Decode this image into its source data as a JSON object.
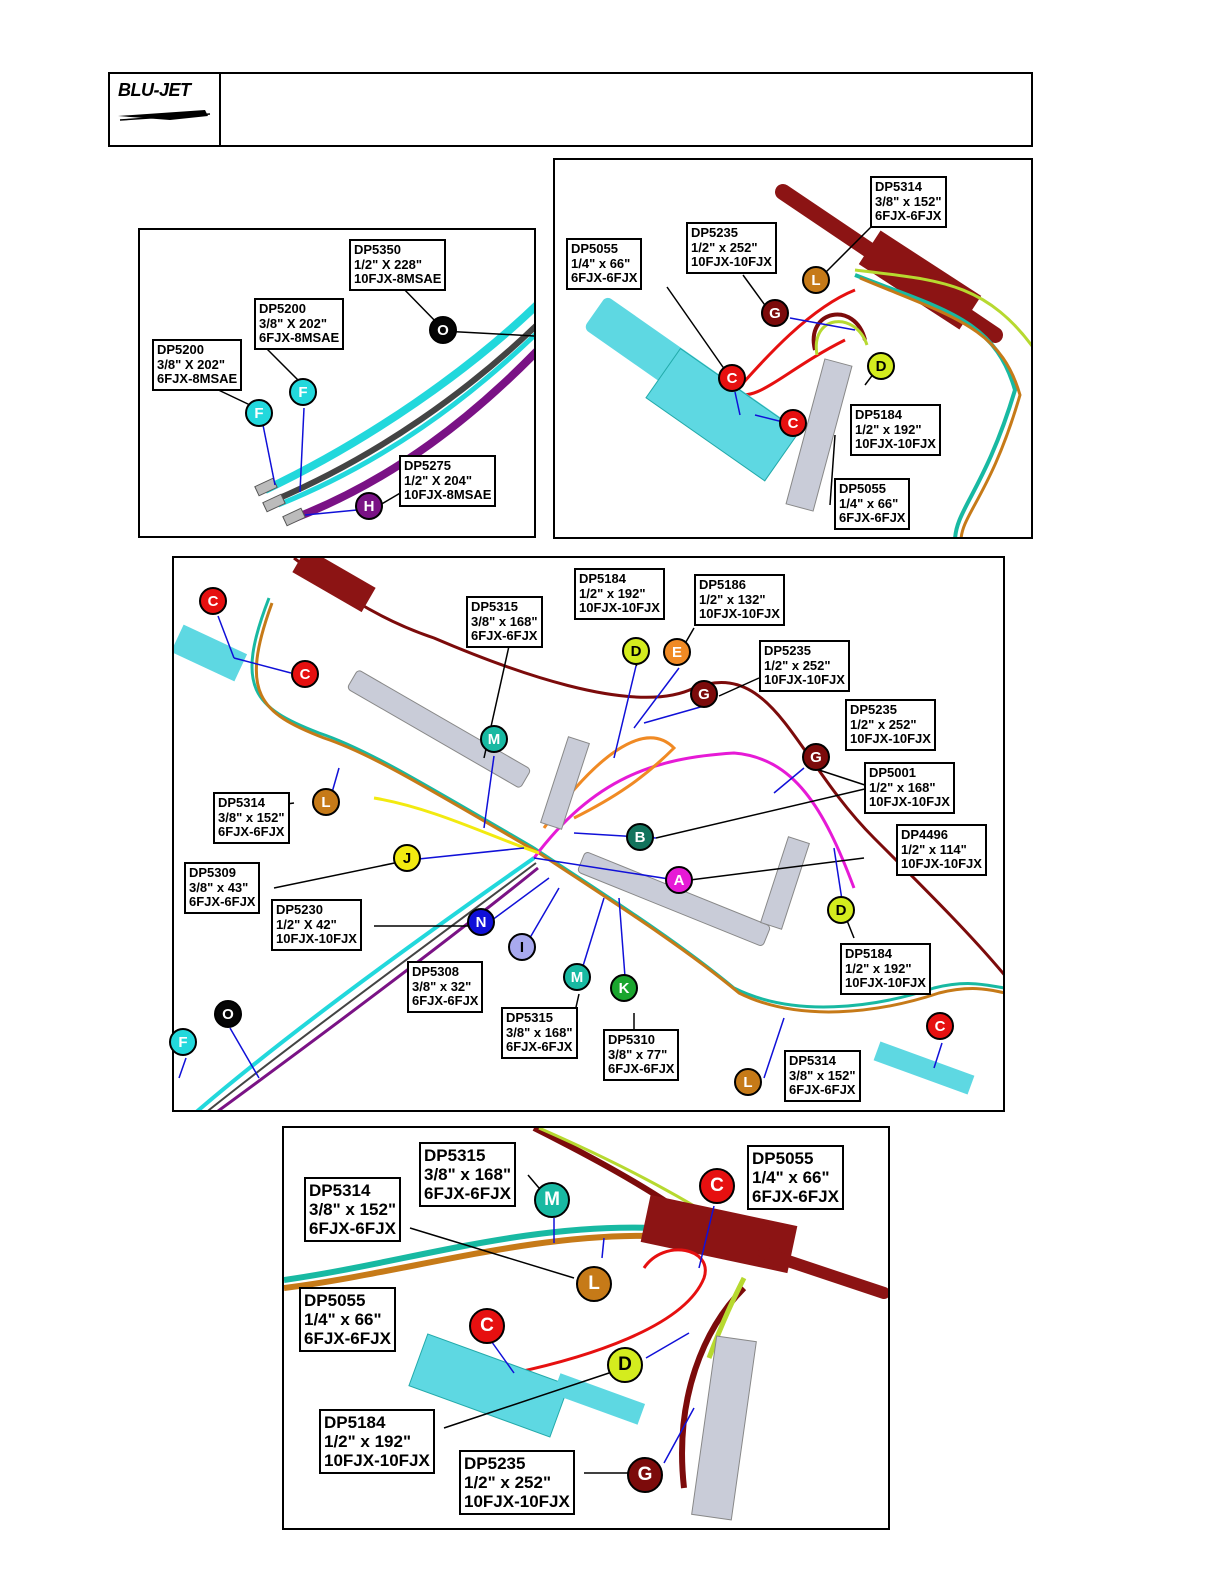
{
  "header": {
    "logo": "BLU-JET"
  },
  "colors": {
    "A": "#e61ad6",
    "B": "#12735c",
    "C": "#e61010",
    "D": "#d4ec1e",
    "E": "#f08a24",
    "F": "#22d8dc",
    "G": "#7c0b0b",
    "H": "#7a1285",
    "I": "#a8a9ee",
    "J": "#f2ea10",
    "K": "#1aa52e",
    "L": "#c67a18",
    "M": "#18b9a2",
    "N": "#1010d8",
    "O": "#050505",
    "cylinder_cyan": "#5ed8e2",
    "cylinder_red": "#8c1414",
    "cylinder_gray": "#c9ccd8"
  },
  "panel1": {
    "labels": [
      {
        "id": "p1_l0",
        "lines": [
          "DP5350",
          "1/2\" X 228\"",
          "10FJX-8MSAE"
        ]
      },
      {
        "id": "p1_l1",
        "lines": [
          "DP5200",
          "3/8\" X 202\"",
          "6FJX-8MSAE"
        ]
      },
      {
        "id": "p1_l2",
        "lines": [
          "DP5200",
          "3/8\" X 202\"",
          "6FJX-8MSAE"
        ]
      },
      {
        "id": "p1_l3",
        "lines": [
          "DP5275",
          "1/2\" X 204\"",
          "10FJX-8MSAE"
        ]
      }
    ],
    "callouts": [
      "O",
      "F",
      "F",
      "H"
    ]
  },
  "panel2": {
    "labels": [
      {
        "id": "p2_l0",
        "lines": [
          "DP5314",
          "3/8\" x 152\"",
          "6FJX-6FJX"
        ]
      },
      {
        "id": "p2_l1",
        "lines": [
          "DP5235",
          "1/2\" x 252\"",
          "10FJX-10FJX"
        ]
      },
      {
        "id": "p2_l2",
        "lines": [
          "DP5055",
          "1/4\" x 66\"",
          "6FJX-6FJX"
        ]
      },
      {
        "id": "p2_l3",
        "lines": [
          "DP5184",
          "1/2\" x 192\"",
          "10FJX-10FJX"
        ]
      },
      {
        "id": "p2_l4",
        "lines": [
          "DP5055",
          "1/4\" x 66\"",
          "6FJX-6FJX"
        ]
      }
    ],
    "callouts": [
      "L",
      "G",
      "C",
      "D",
      "C"
    ]
  },
  "panel3": {
    "labels": [
      {
        "id": "p3_l0",
        "lines": [
          "DP5184",
          "1/2\" x 192\"",
          "10FJX-10FJX"
        ]
      },
      {
        "id": "p3_l1",
        "lines": [
          "DP5186",
          "1/2\" x 132\"",
          "10FJX-10FJX"
        ]
      },
      {
        "id": "p3_l2",
        "lines": [
          "DP5315",
          "3/8\" x 168\"",
          "6FJX-6FJX"
        ]
      },
      {
        "id": "p3_l3",
        "lines": [
          "DP5235",
          "1/2\" x 252\"",
          "10FJX-10FJX"
        ]
      },
      {
        "id": "p3_l4",
        "lines": [
          "DP5235",
          "1/2\" x 252\"",
          "10FJX-10FJX"
        ]
      },
      {
        "id": "p3_l5",
        "lines": [
          "DP5001",
          "1/2\" x 168\"",
          "10FJX-10FJX"
        ]
      },
      {
        "id": "p3_l6",
        "lines": [
          "DP4496",
          "1/2\" x 114\"",
          "10FJX-10FJX"
        ]
      },
      {
        "id": "p3_l7",
        "lines": [
          "DP5314",
          "3/8\" x 152\"",
          "6FJX-6FJX"
        ]
      },
      {
        "id": "p3_l8",
        "lines": [
          "DP5309",
          "3/8\" x 43\"",
          "6FJX-6FJX"
        ]
      },
      {
        "id": "p3_l9",
        "lines": [
          "DP5230",
          "1/2\" X 42\"",
          "10FJX-10FJX"
        ]
      },
      {
        "id": "p3_l10",
        "lines": [
          "DP5184",
          "1/2\" x 192\"",
          "10FJX-10FJX"
        ]
      },
      {
        "id": "p3_l11",
        "lines": [
          "DP5308",
          "3/8\" x 32\"",
          "6FJX-6FJX"
        ]
      },
      {
        "id": "p3_l12",
        "lines": [
          "DP5315",
          "3/8\" x 168\"",
          "6FJX-6FJX"
        ]
      },
      {
        "id": "p3_l13",
        "lines": [
          "DP5310",
          "3/8\" x 77\"",
          "6FJX-6FJX"
        ]
      },
      {
        "id": "p3_l14",
        "lines": [
          "DP5314",
          "3/8\" x 152\"",
          "6FJX-6FJX"
        ]
      }
    ],
    "callouts": [
      "C",
      "C",
      "D",
      "E",
      "G",
      "M",
      "G",
      "L",
      "B",
      "J",
      "A",
      "D",
      "N",
      "I",
      "M",
      "K",
      "O",
      "F",
      "C",
      "L"
    ]
  },
  "panel4": {
    "labels": [
      {
        "id": "p4_l0",
        "lines": [
          "DP5315",
          "3/8\" x 168\"",
          "6FJX-6FJX"
        ]
      },
      {
        "id": "p4_l1",
        "lines": [
          "DP5055",
          "1/4\" x 66\"",
          "6FJX-6FJX"
        ]
      },
      {
        "id": "p4_l2",
        "lines": [
          "DP5314",
          "3/8\" x 152\"",
          "6FJX-6FJX"
        ]
      },
      {
        "id": "p4_l3",
        "lines": [
          "DP5055",
          "1/4\" x 66\"",
          "6FJX-6FJX"
        ]
      },
      {
        "id": "p4_l4",
        "lines": [
          "DP5184",
          "1/2\" x 192\"",
          "10FJX-10FJX"
        ]
      },
      {
        "id": "p4_l5",
        "lines": [
          "DP5235",
          "1/2\" x 252\"",
          "10FJX-10FJX"
        ]
      }
    ],
    "callouts": [
      "M",
      "C",
      "L",
      "C",
      "D",
      "G"
    ]
  }
}
